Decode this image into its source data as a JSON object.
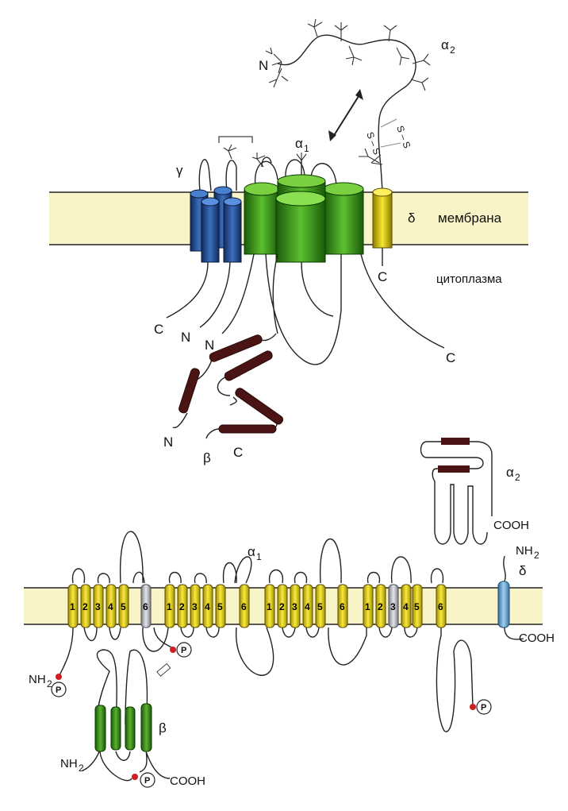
{
  "top": {
    "label_alpha2": "α",
    "label_alpha2_sub": "2",
    "label_alpha1": "α",
    "label_alpha1_sub": "1",
    "label_gamma": "γ",
    "label_delta": "δ",
    "label_beta": "β",
    "label_membrane": "мембрана",
    "label_cytoplasm": "цитоплазма",
    "n_alpha2": "N",
    "n_gamma_c": "C",
    "n_gamma_n": "N",
    "n_alpha1_n": "N",
    "n_beta_n": "N",
    "n_beta_c": "C",
    "n_alpha1_c": "C",
    "n_delta_c": "C",
    "disulfide": "S – S",
    "disulfide2": "S – S"
  },
  "bottom": {
    "label_alpha1": "α",
    "label_alpha1_sub": "1",
    "label_alpha2": "α",
    "label_alpha2_sub": "2",
    "label_delta": "δ",
    "label_beta": "β",
    "alpha2_cooh": "COOH",
    "delta_nh2": "NH",
    "delta_nh2_sub": "2",
    "delta_cooh": "COOH",
    "alpha1_nh2": "NH",
    "alpha1_nh2_sub": "2",
    "beta_nh2": "NH",
    "beta_nh2_sub": "2",
    "beta_cooh": "COOH",
    "phospho": "P",
    "segment_numbers": [
      "1",
      "2",
      "3",
      "4",
      "5",
      "6"
    ]
  },
  "colors": {
    "membrane": "#f8f4c8",
    "gamma_blue": "#2f5fa8",
    "alpha1_green": "#4aa82a",
    "delta_yellow": "#f0d81a",
    "beta_brown": "#4a1414",
    "segment_yellow": "#f0d820",
    "segment_gray": "#c8c8d0",
    "delta_bottom_blue": "#6aa8d8",
    "beta_bottom_green": "#3a9a2a",
    "phospho_red": "#cc2020"
  }
}
